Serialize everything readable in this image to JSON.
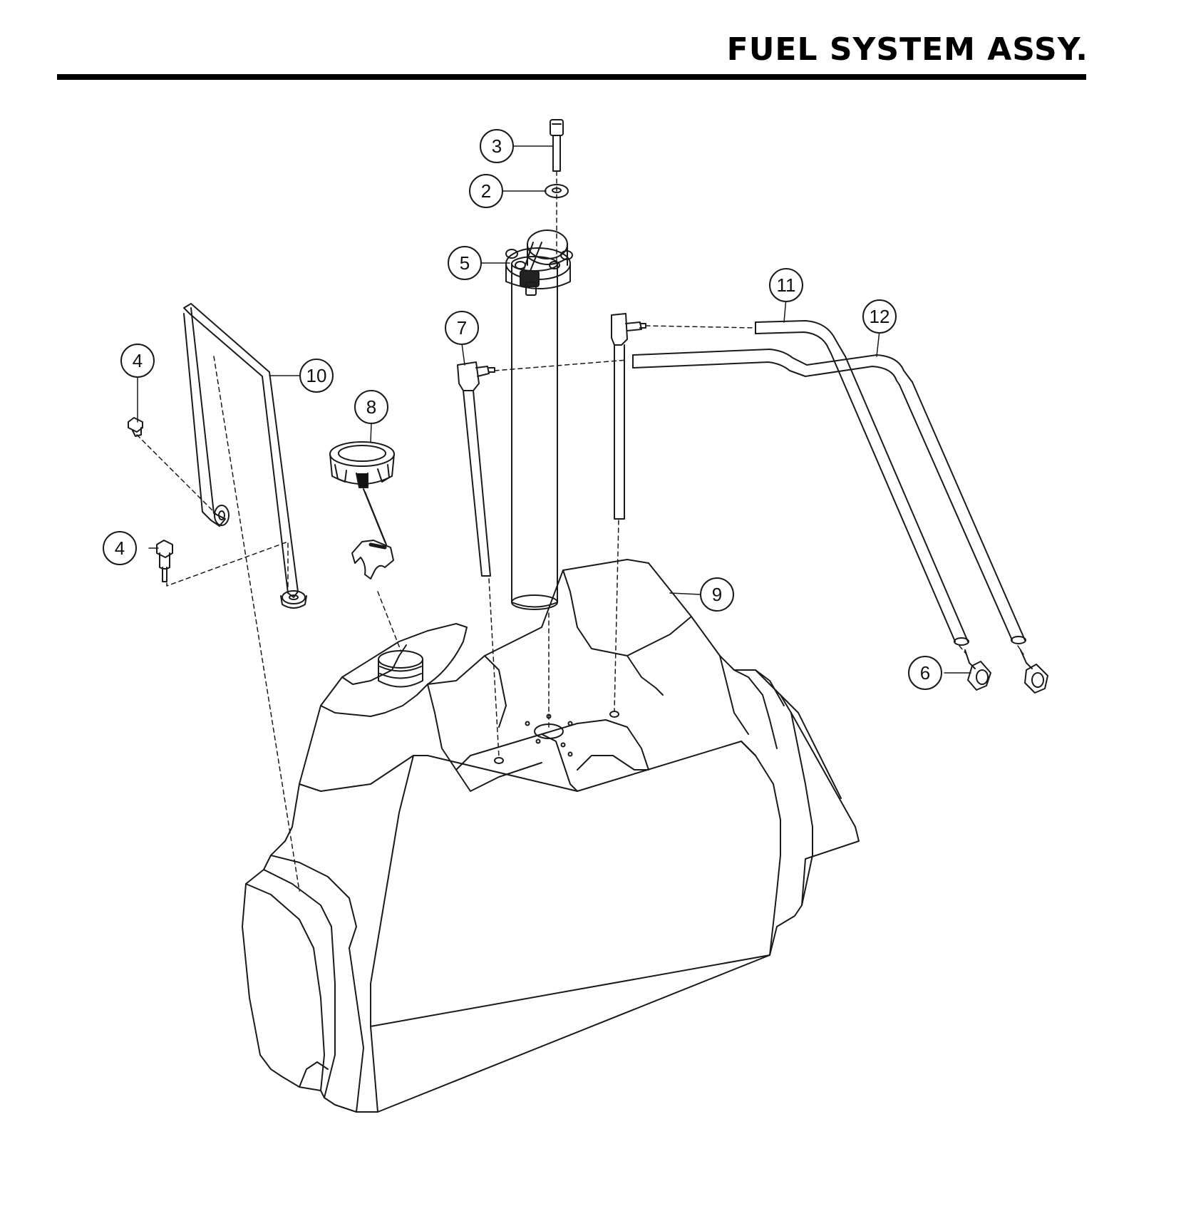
{
  "title": "FUEL SYSTEM ASSY.",
  "callouts": [
    {
      "id": "c3",
      "label": "3"
    },
    {
      "id": "c2",
      "label": "2"
    },
    {
      "id": "c5",
      "label": "5"
    },
    {
      "id": "c11",
      "label": "11"
    },
    {
      "id": "c12",
      "label": "12"
    },
    {
      "id": "c7",
      "label": "7"
    },
    {
      "id": "c4a",
      "label": "4"
    },
    {
      "id": "c10",
      "label": "10"
    },
    {
      "id": "c8",
      "label": "8"
    },
    {
      "id": "c4b",
      "label": "4"
    },
    {
      "id": "c9",
      "label": "9"
    },
    {
      "id": "c6",
      "label": "6"
    }
  ]
}
